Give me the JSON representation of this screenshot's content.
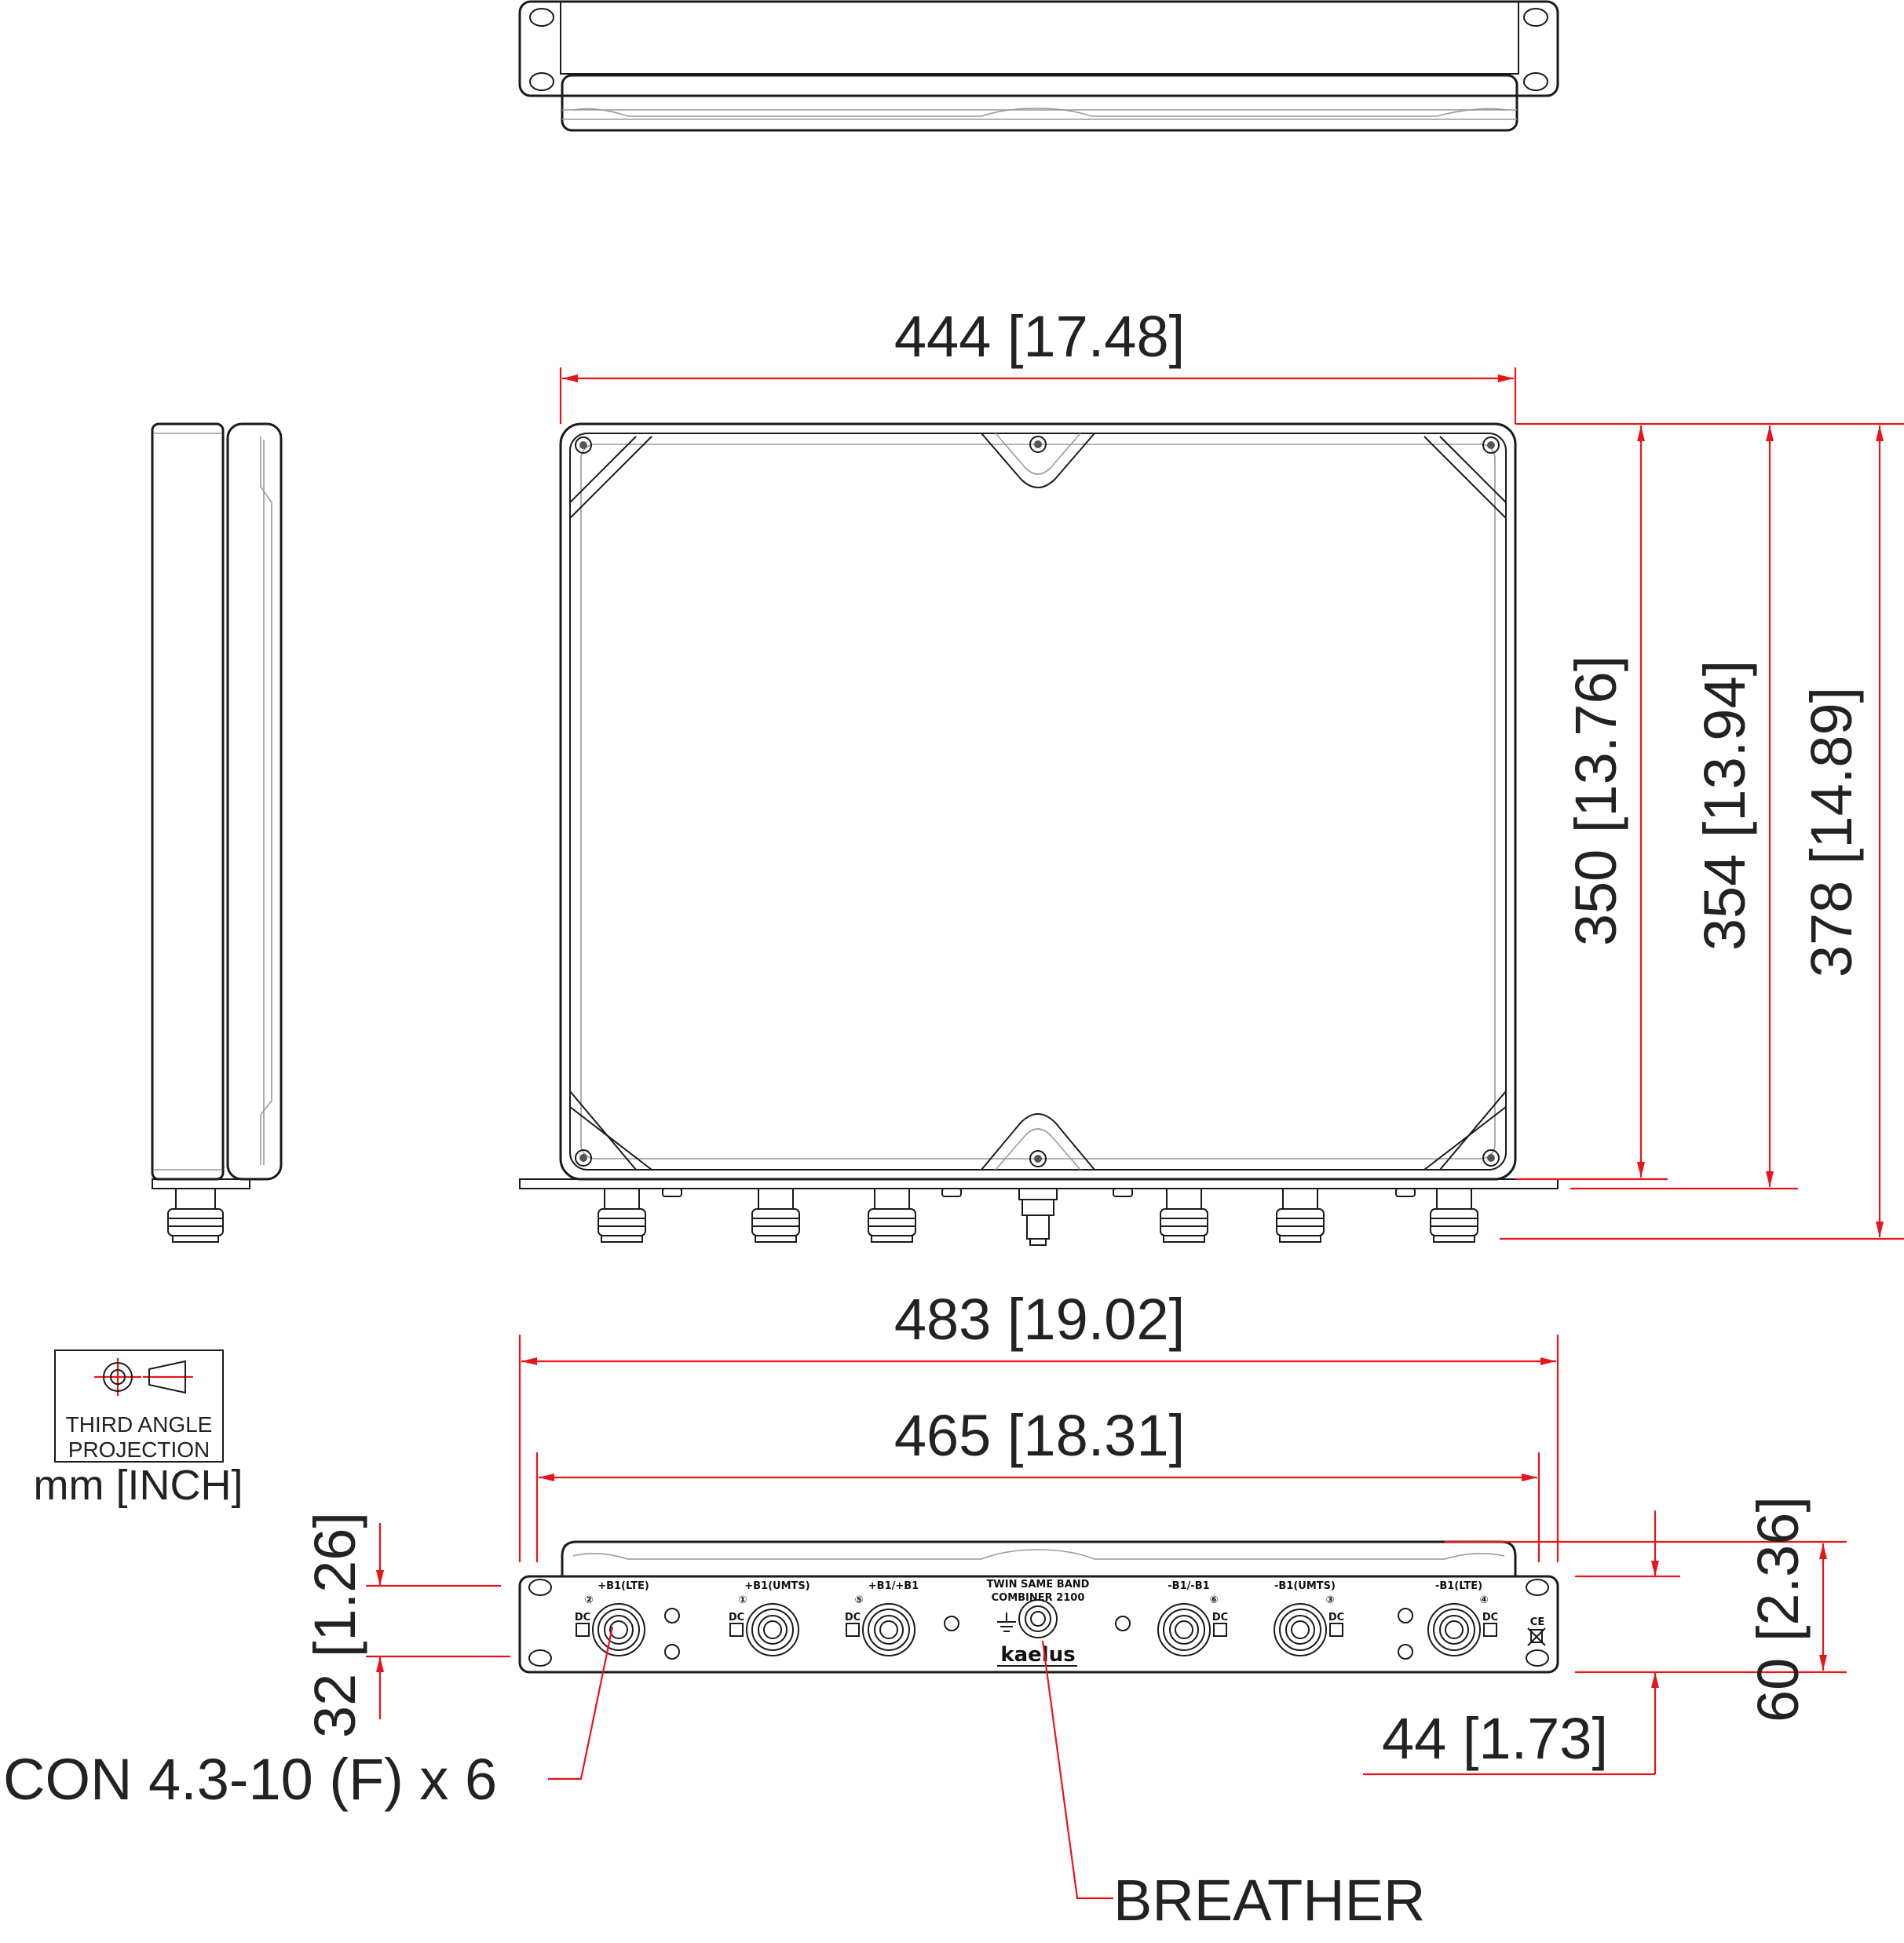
{
  "dimensions": {
    "width_444": "444 [17.48]",
    "height_350": "350 [13.76]",
    "height_354": "354 [13.94]",
    "height_378": "378 [14.89]",
    "width_483": "483 [19.02]",
    "width_465": "465 [18.31]",
    "depth_32": "32 [1.26]",
    "height_60": "60 [2.36]",
    "height_44": "44 [1.73]"
  },
  "callouts": {
    "connectors": "CON 4.3-10 (F) x 6",
    "breather": "BREATHER"
  },
  "projection": {
    "line1": "THIRD ANGLE",
    "line2": "PROJECTION",
    "units": "mm [INCH]"
  },
  "panel": {
    "title_line1": "TWIN SAME BAND",
    "title_line2": "COMBINER 2100",
    "logo": "kaelus",
    "ports": [
      {
        "label": "+B1(LTE)",
        "num": "②",
        "dc": "DC"
      },
      {
        "label": "+B1(UMTS)",
        "num": "①",
        "dc": "DC"
      },
      {
        "label": "+B1/+B1",
        "num": "⑤",
        "dc": "DC"
      },
      {
        "label": "-B1/-B1",
        "num": "⑥",
        "dc": "DC"
      },
      {
        "label": "-B1(UMTS)",
        "num": "③",
        "dc": "DC"
      },
      {
        "label": "-B1(LTE)",
        "num": "④",
        "dc": "DC"
      }
    ],
    "marks": {
      "ce": "CE"
    }
  },
  "colors": {
    "dimension": "#e8141b",
    "outline": "#1a1a1a",
    "detail": "#9a9a9a"
  }
}
